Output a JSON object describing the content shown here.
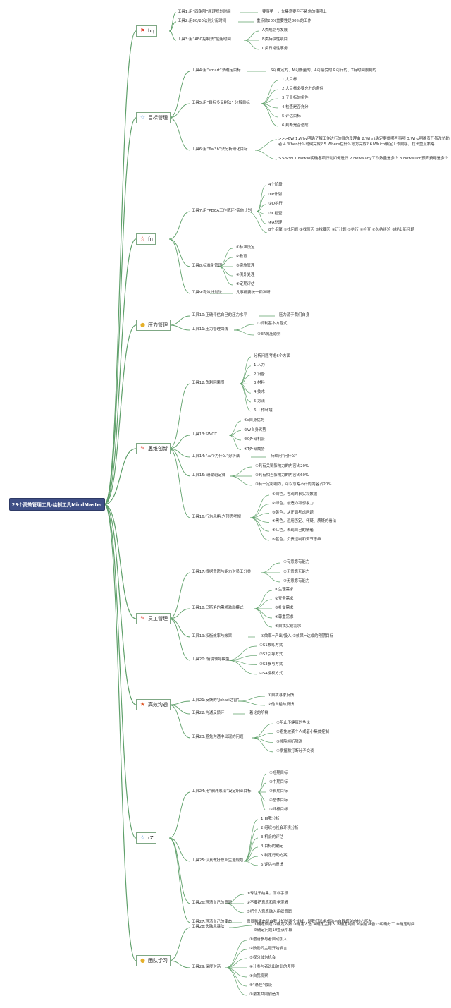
{
  "root": {
    "title": "29个高效管理工具-绘制工具MindMaster"
  },
  "categories": [
    {
      "id": "bq",
      "label": "bq",
      "icon": "flag-icon",
      "color": "#e03b2a"
    },
    {
      "id": "mb",
      "label": "目标管理",
      "icon": "star-outline-icon",
      "color": "#4a90d6"
    },
    {
      "id": "fn",
      "label": "fn",
      "icon": "star-outline-icon",
      "color": "#e03b2a"
    },
    {
      "id": "yl",
      "label": "压力管理",
      "icon": "bulb-icon",
      "color": "#e5b02a"
    },
    {
      "id": "sw",
      "label": "思维创新",
      "icon": "pencil-icon",
      "color": "#e03b2a"
    },
    {
      "id": "yg",
      "label": "员工管理",
      "icon": "pencil-icon",
      "color": "#e03b2a"
    },
    {
      "id": "gx",
      "label": "高效沟通",
      "icon": "star-filled-icon",
      "color": "#e05a2a"
    },
    {
      "id": "rz",
      "label": "rZ",
      "icon": "star-outline-icon",
      "color": "#4a90d6"
    },
    {
      "id": "td",
      "label": "团队学习",
      "icon": "bulb-icon",
      "color": "#e5b02a"
    }
  ],
  "tools": {
    "t1": "工具1:用“四象限”原理规划时间",
    "t1a": "要事第一，先集意要但不紧急的事项上",
    "t2": "工具2:用80/20法则分配时间",
    "t2a": "重点做20%重要性是80%的工作",
    "t3": "工具3:用“ABC控制法”使用时间",
    "t3a": [
      "A类规划与发展",
      "B类持续性项目",
      "C类日常性事务"
    ],
    "t4": "工具4:用“smart”法确定目标",
    "t4a": "S可确定的、M可衡量的、A可接受的 R可行的、T有时间限制的",
    "t5": "工具5:用“目标多叉树法” 分解目标",
    "t5a": [
      "1.大目标",
      "2.大目标必要充分的条件",
      "3.子目标的条件",
      "4.检查是否充分",
      "5.评估目标",
      "6.判断是否达成"
    ],
    "t6": "工具6:用“6w3h”法分析细化目标",
    "t6a": ">>>6W 1.Why明确了解工作进行的目的及理由 2.What确定要做哪些事项 3.Who明确责任者及协助者 4.When什么时候完成? 5.Where在什么地方完成? 6.Which确定工作顺序，找出重点策略",
    "t6b": ">>>3H 1.HowTo明确各项行动如何进行 2.HowMany工作数量是多少 3.HowMuch预算费用是多少",
    "t7": "工具7:用“PDCA工作循环”实施计划",
    "t7a": [
      "4个阶段",
      "①P计划",
      "②D执行",
      "③C检查",
      "④A处理"
    ],
    "t7b": "8个步骤 ①找问题 ②找原因 ③找要因 ④订计划 ⑤执行 ⑥检查 ⑦总结经验 ⑧提出新问题",
    "t8": "工具8:标准化管理",
    "t8a": [
      "①标准设定",
      "②教育",
      "③实施管理",
      "④例外处理",
      "⑤定期评估"
    ],
    "t9": "工具9:有效计划法",
    "t9a": "凡事都要统一和决断",
    "t10": "工具10:正确评估自己的压力水平",
    "t10a": "压力源于我们自身",
    "t11": "工具11:压力管理曲线",
    "t11a": [
      "①抓利基本方程式",
      "②3R减压原则"
    ],
    "t12": "工具12:鱼刺因果图",
    "t12a": [
      "分析问题考虑6个方面",
      "1.人力",
      "2.设备",
      "3.材料",
      "4.技术",
      "5.方法",
      "6.工作环境"
    ],
    "t13": "工具13:SWOT",
    "t13a": [
      "①s自身优势",
      "②W自身劣势",
      "③0外部机会",
      "④T外部威胁"
    ],
    "t14": "工具14:“五个为什么”分析法",
    "t14a": "持续问“问什么”",
    "t15": "工具15: 珊瑚斑定律",
    "t15a": [
      "①具有关键影响力的内容占20%",
      "②具有相当影响力的内容占60%",
      "③有一定影响力，可以忽略不计的内容占20%"
    ],
    "t16": "工具16:行为风格:六顶思考帽",
    "t16a": [
      "①白色，客观的事实和数据",
      "②绿色，创造力和想象力",
      "③黄色，从正面考虑问题",
      "④黑色，运用否定、怀疑、质疑的看法",
      "⑤红色，表现自己的情绪",
      "⑥蓝色，负责控制和调节思维"
    ],
    "t17": "工具17:根据意愿与能力对员工分类",
    "t17a": [
      "①有意愿有能力",
      "②无意愿无能力",
      "③无意愿有能力"
    ],
    "t18": "工具18:马斯洛的需求激励模式",
    "t18a": [
      "①生理需求",
      "②安全需求",
      "③社交需求",
      "④尊重需求",
      "⑤自我实现需求"
    ],
    "t19": "工具19:权衡效率与效果",
    "t19a": "①效率=产出/投入 ②效果=达成的预期目标",
    "t20": "工具20: 情境领导模型",
    "t20a": [
      "①S1教练方式",
      "②S2引导方式",
      "③S3参与方式",
      "④S4授权方式"
    ],
    "t21": "工具21:反馈的“Johari之窗”",
    "t21a": [
      "①自我寻求反馈",
      "②他人给与反馈"
    ],
    "t22": "工具22:沟通反馈环",
    "t22a": "着论的阶梯",
    "t23": "工具23:避免沟通中出现的问题",
    "t23a": [
      "①阻止不健康的争论",
      "②避免被某个人或者小集体控制",
      "③排除倾听障碍",
      "④拿握和打断分子交谈"
    ],
    "t24": "工具24:用“剥洋葱法”设定职业目标",
    "t24a": [
      "①短期目标",
      "②中期目标",
      "③长期目标",
      "④总体目标",
      "⑤终极目标"
    ],
    "t25": "工具25:认真做好职业生涯规划",
    "t25a": [
      "1.自我分析",
      "2.组织与社会环境分析",
      "3.机会的评估",
      "4.目标的确定",
      "5.制定行动方案",
      "6.评估与反馈"
    ],
    "t26": "工具26:理清自己的意愿",
    "t26a": [
      "①专注于结果，而非手段",
      "②不要把意愿和竞争混淆",
      "③把个人意愿融入组织意愿"
    ],
    "t27": "工具27:理清自己的使命",
    "t27a": "愿景和使命是自我认知的两个领域，是我们追求成功与自我超越的核心所在",
    "t28": "工具28:头脑风暴法",
    "t28a": "①确定议题 ②确定人数 ③确定人选 ④确定主持人 ⑤确定地点 ⑥会前准备 ⑦明确分工 ⑧确定时间 ⑨确定问题10整该阶段",
    "t29": "工具29:深度对话",
    "t29a": [
      "①邀请参与者自动加入",
      "②鼓励同主题开始发言",
      "③视分歧为机会",
      "④让参与者说出彼此的差异",
      "⑤自我观察",
      "⑥“悬挂”假设",
      "⑦激发共同创造力"
    ]
  }
}
